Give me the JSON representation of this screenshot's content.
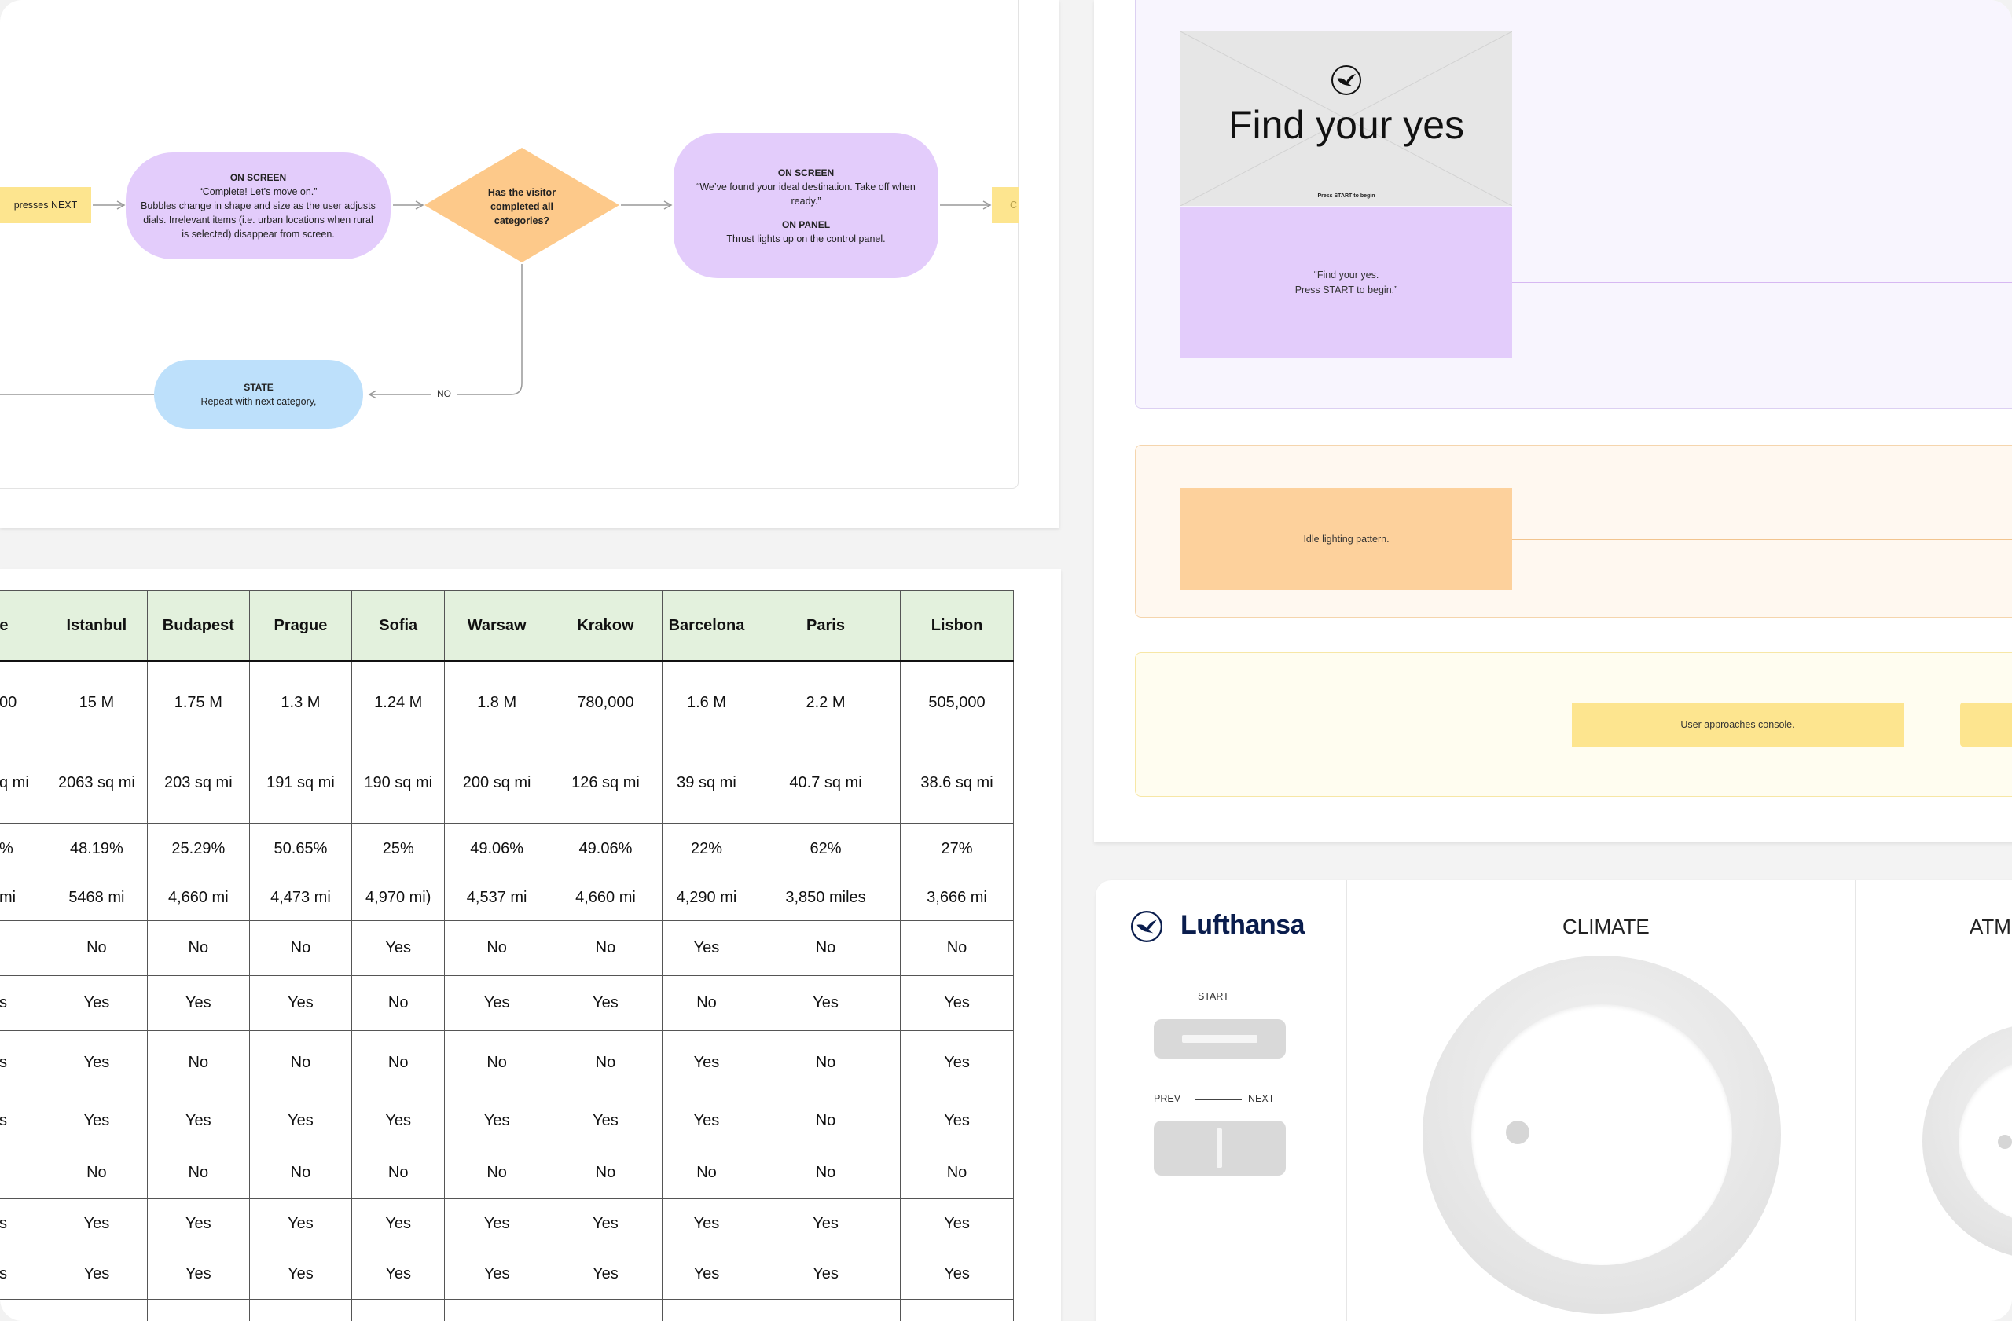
{
  "flowchart": {
    "left_sticky": "presses NEXT",
    "node_complete": {
      "heading": "ON SCREEN",
      "lines": [
        "“Complete! Let’s move on.”",
        "Bubbles change in shape and size as the user adjusts",
        "dials. Irrelevant items (i.e. urban locations when rural",
        "is selected) disappear from screen."
      ]
    },
    "decision": [
      "Has the visitor",
      "completed all",
      "categories?"
    ],
    "node_found": {
      "heading": "ON SCREEN",
      "lines": [
        "“We’ve found your ideal destination. Take off when",
        "ready.”"
      ],
      "heading2": "ON PANEL",
      "line2": "Thrust lights up on the control panel."
    },
    "right_sticky": "C",
    "state_node": {
      "heading": "STATE",
      "line": "Repeat with next category,"
    },
    "no_label": "NO"
  },
  "table": {
    "headers": [
      "ce",
      "Istanbul",
      "Budapest",
      "Prague",
      "Sofia",
      "Warsaw",
      "Krakow",
      "Barcelona",
      "Paris",
      "Lisbon"
    ],
    "rows": [
      [
        "00",
        "15 M",
        "1.75 M",
        "1.3 M",
        "1.24 M",
        "1.8 M",
        "780,000",
        "1.6 M",
        "2.2 M",
        "505,000"
      ],
      [
        "q mi",
        "2063 sq mi",
        "203 sq mi",
        "191 sq mi",
        "190 sq mi",
        "200 sq mi",
        "126 sq mi",
        "39 sq mi",
        "40.7 sq mi",
        "38.6 sq mi"
      ],
      [
        "%",
        "48.19%",
        "25.29%",
        "50.65%",
        "25%",
        "49.06%",
        "49.06%",
        "22%",
        "62%",
        "27%"
      ],
      [
        "mi",
        "5468 mi",
        "4,660 mi",
        "4,473 mi",
        "4,970 mi)",
        "4,537 mi",
        "4,660 mi",
        "4,290 mi",
        "3,850 miles",
        "3,666 mi"
      ],
      [
        "",
        "No",
        "No",
        "No",
        "Yes",
        "No",
        "No",
        "Yes",
        "No",
        "No"
      ],
      [
        "s",
        "Yes",
        "Yes",
        "Yes",
        "No",
        "Yes",
        "Yes",
        "No",
        "Yes",
        "Yes"
      ],
      [
        "s",
        "Yes",
        "No",
        "No",
        "No",
        "No",
        "No",
        "Yes",
        "No",
        "Yes"
      ],
      [
        "s",
        "Yes",
        "Yes",
        "Yes",
        "Yes",
        "Yes",
        "Yes",
        "Yes",
        "No",
        "Yes"
      ],
      [
        "",
        "No",
        "No",
        "No",
        "No",
        "No",
        "No",
        "No",
        "No",
        "No"
      ],
      [
        "s",
        "Yes",
        "Yes",
        "Yes",
        "Yes",
        "Yes",
        "Yes",
        "Yes",
        "Yes",
        "Yes"
      ],
      [
        "s",
        "Yes",
        "Yes",
        "Yes",
        "Yes",
        "Yes",
        "Yes",
        "Yes",
        "Yes",
        "Yes"
      ],
      [
        "",
        "",
        "",
        "",
        "",
        "",
        "",
        "",
        "",
        ""
      ]
    ]
  },
  "wireframe": {
    "screen_title": "Find your yes",
    "screen_subtitle": "Press START to begin",
    "purple_card": [
      "“Find your yes.",
      "Press START to begin.”"
    ],
    "orange_card": "Idle lighting pattern.",
    "yellow_card": "User approaches console."
  },
  "console": {
    "brand": "Lufthansa",
    "start_label": "START",
    "prev_label": "PREV",
    "next_label": "NEXT",
    "climate_title": "CLIMATE",
    "atmos_title": "ATM"
  },
  "colors": {
    "sticky_yellow": "#fde58f",
    "purple": "#e3ccfb",
    "orange": "#fdc98a",
    "blue": "#bde0fb",
    "table_header": "#e3f1dd",
    "brand_navy": "#0a1d4d"
  }
}
